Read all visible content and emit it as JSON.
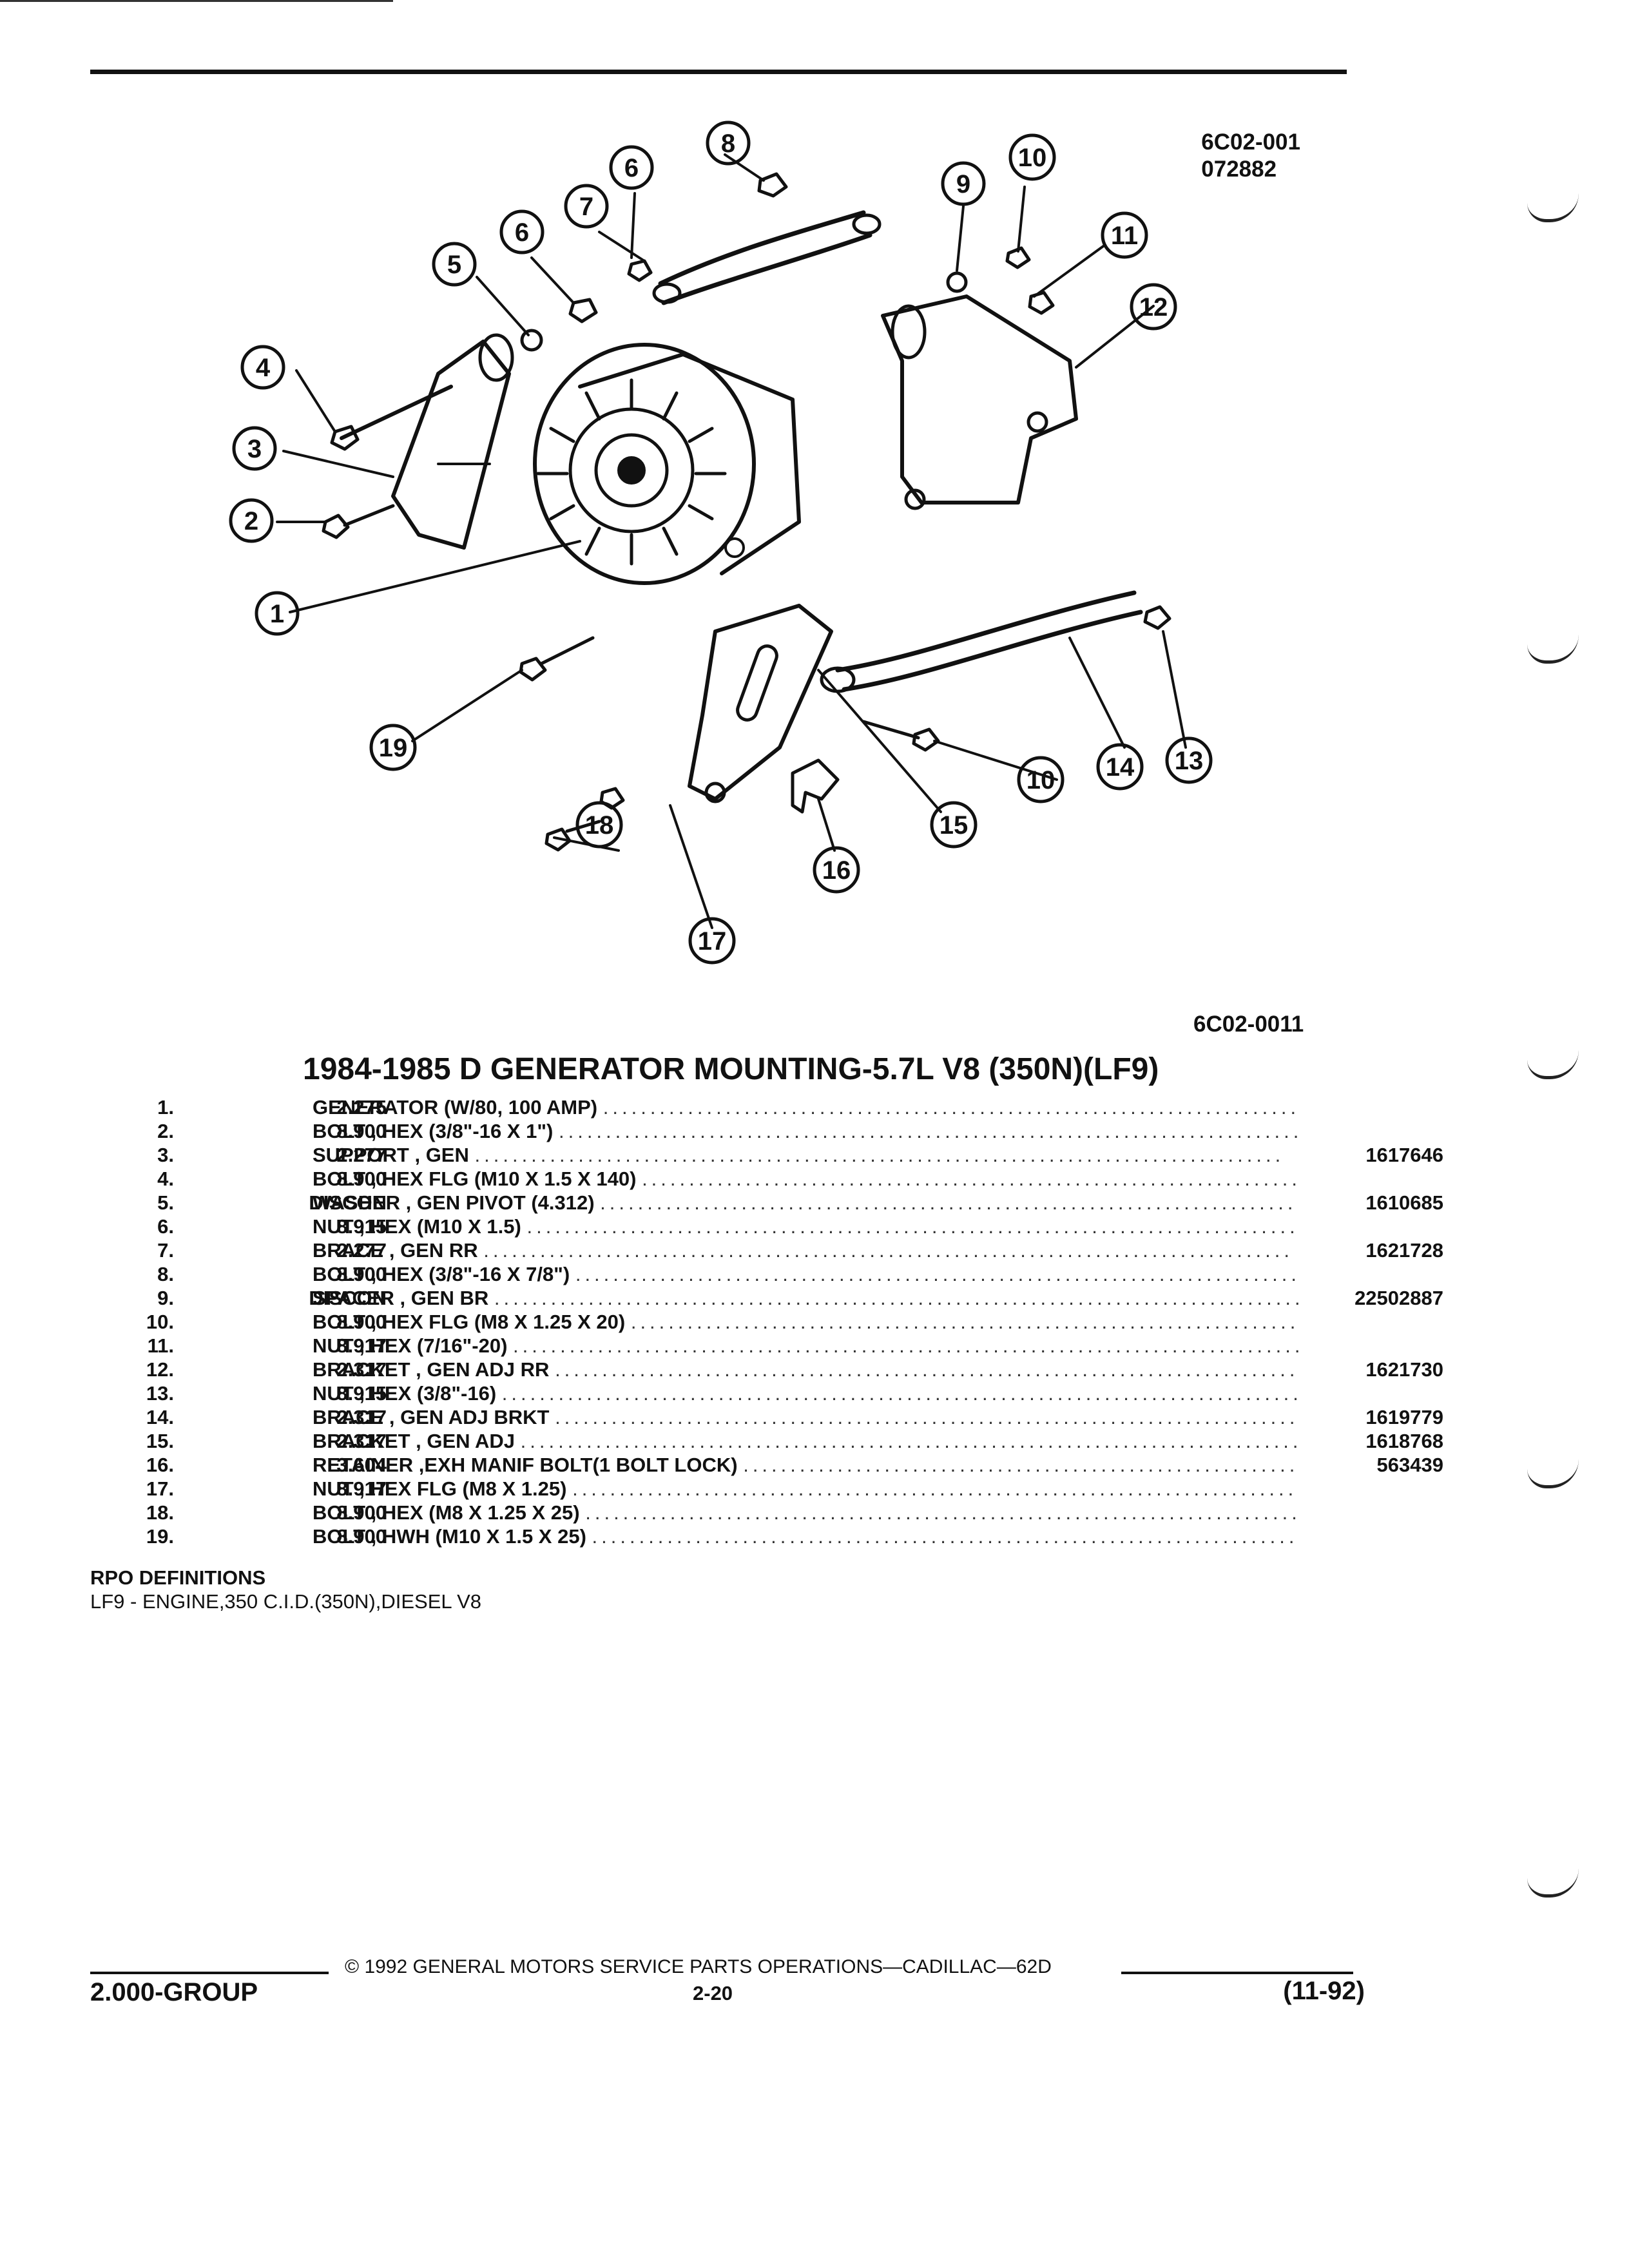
{
  "figure": {
    "id_top_line1": "6C02-001",
    "id_top_line2": "072882",
    "id_bottom": "6C02-0011",
    "callouts": [
      "1",
      "2",
      "3",
      "4",
      "5",
      "6",
      "6",
      "7",
      "8",
      "9",
      "10",
      "10",
      "11",
      "12",
      "13",
      "14",
      "15",
      "16",
      "17",
      "18",
      "19"
    ]
  },
  "title": "1984-1985 D GENERATOR MOUNTING-5.7L V8 (350N)(LF9)",
  "parts": [
    {
      "num": "1.",
      "group": "2.275",
      "desc": "GENERATOR (W/80, 100 AMP)",
      "part": ""
    },
    {
      "num": "2.",
      "group": "8.900",
      "desc": "BOLT , HEX (3/8\"-16 X 1\")",
      "part": ""
    },
    {
      "num": "3.",
      "group": "2.277",
      "desc": "SUPPORT , GEN",
      "part": "1617646"
    },
    {
      "num": "4.",
      "group": "8.900",
      "desc": "BOLT , HEX FLG (M10 X 1.5 X 140)",
      "part": ""
    },
    {
      "num": "5.",
      "group": "DISCON",
      "desc": "WASHER , GEN PIVOT (4.312)",
      "part": "1610685"
    },
    {
      "num": "6.",
      "group": "8.915",
      "desc": "NUT , HEX (M10 X 1.5)",
      "part": ""
    },
    {
      "num": "7.",
      "group": "2.277",
      "desc": "BRACE , GEN RR",
      "part": "1621728"
    },
    {
      "num": "8.",
      "group": "8.900",
      "desc": "BOLT , HEX (3/8\"-16 X 7/8\")",
      "part": ""
    },
    {
      "num": "9.",
      "group": "DISCON",
      "desc": "SPACER , GEN BR",
      "part": "22502887"
    },
    {
      "num": "10.",
      "group": "8.900",
      "desc": "BOLT , HEX FLG (M8 X 1.25 X 20)",
      "part": ""
    },
    {
      "num": "11.",
      "group": "8.917",
      "desc": "NUT , HEX (7/16\"-20)",
      "part": ""
    },
    {
      "num": "12.",
      "group": "2.317",
      "desc": "BRACKET , GEN ADJ RR",
      "part": "1621730"
    },
    {
      "num": "13.",
      "group": "8.915",
      "desc": "NUT , HEX (3/8\"-16)",
      "part": ""
    },
    {
      "num": "14.",
      "group": "2.317",
      "desc": "BRACE , GEN ADJ BRKT",
      "part": "1619779"
    },
    {
      "num": "15.",
      "group": "2.317",
      "desc": "BRACKET , GEN ADJ",
      "part": "1618768"
    },
    {
      "num": "16.",
      "group": "3.604",
      "desc": "RETAINER ,EXH MANIF BOLT(1 BOLT LOCK)",
      "part": "563439"
    },
    {
      "num": "17.",
      "group": "8.917",
      "desc": "NUT , HEX FLG (M8 X 1.25)",
      "part": ""
    },
    {
      "num": "18.",
      "group": "8.900",
      "desc": "BOLT , HEX (M8 X 1.25 X 25)",
      "part": ""
    },
    {
      "num": "19.",
      "group": "8.900",
      "desc": "BOLT , HWH (M10 X 1.5 X 25)",
      "part": ""
    }
  ],
  "rpo": {
    "heading": "RPO DEFINITIONS",
    "line": "LF9 - ENGINE,350 C.I.D.(350N),DIESEL V8"
  },
  "footer": {
    "copyright": "© 1992 GENERAL MOTORS SERVICE PARTS OPERATIONS—CADILLAC—62D",
    "group": "2.000-GROUP",
    "page": "2-20",
    "date": "(11-92)"
  }
}
